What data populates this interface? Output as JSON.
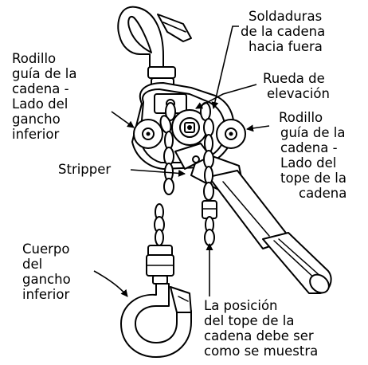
{
  "labels": {
    "soldaduras": [
      "Soldaduras",
      "de la cadena",
      "hacia fuera"
    ],
    "rueda": [
      "Rueda de",
      "elevación"
    ],
    "rodillo_gancho": [
      "Rodillo",
      "guía de la",
      "cadena -",
      "Lado del",
      "gancho",
      "inferior"
    ],
    "rodillo_tope": [
      "Rodillo",
      "guía de la",
      "cadena -",
      "Lado del",
      "tope de la",
      "cadena"
    ],
    "stripper": "Stripper",
    "cuerpo": [
      "Cuerpo",
      "del",
      "gancho",
      "inferior"
    ],
    "posicion": [
      "La posición",
      "del tope de la",
      "cadena debe ser",
      "como se muestra"
    ]
  }
}
